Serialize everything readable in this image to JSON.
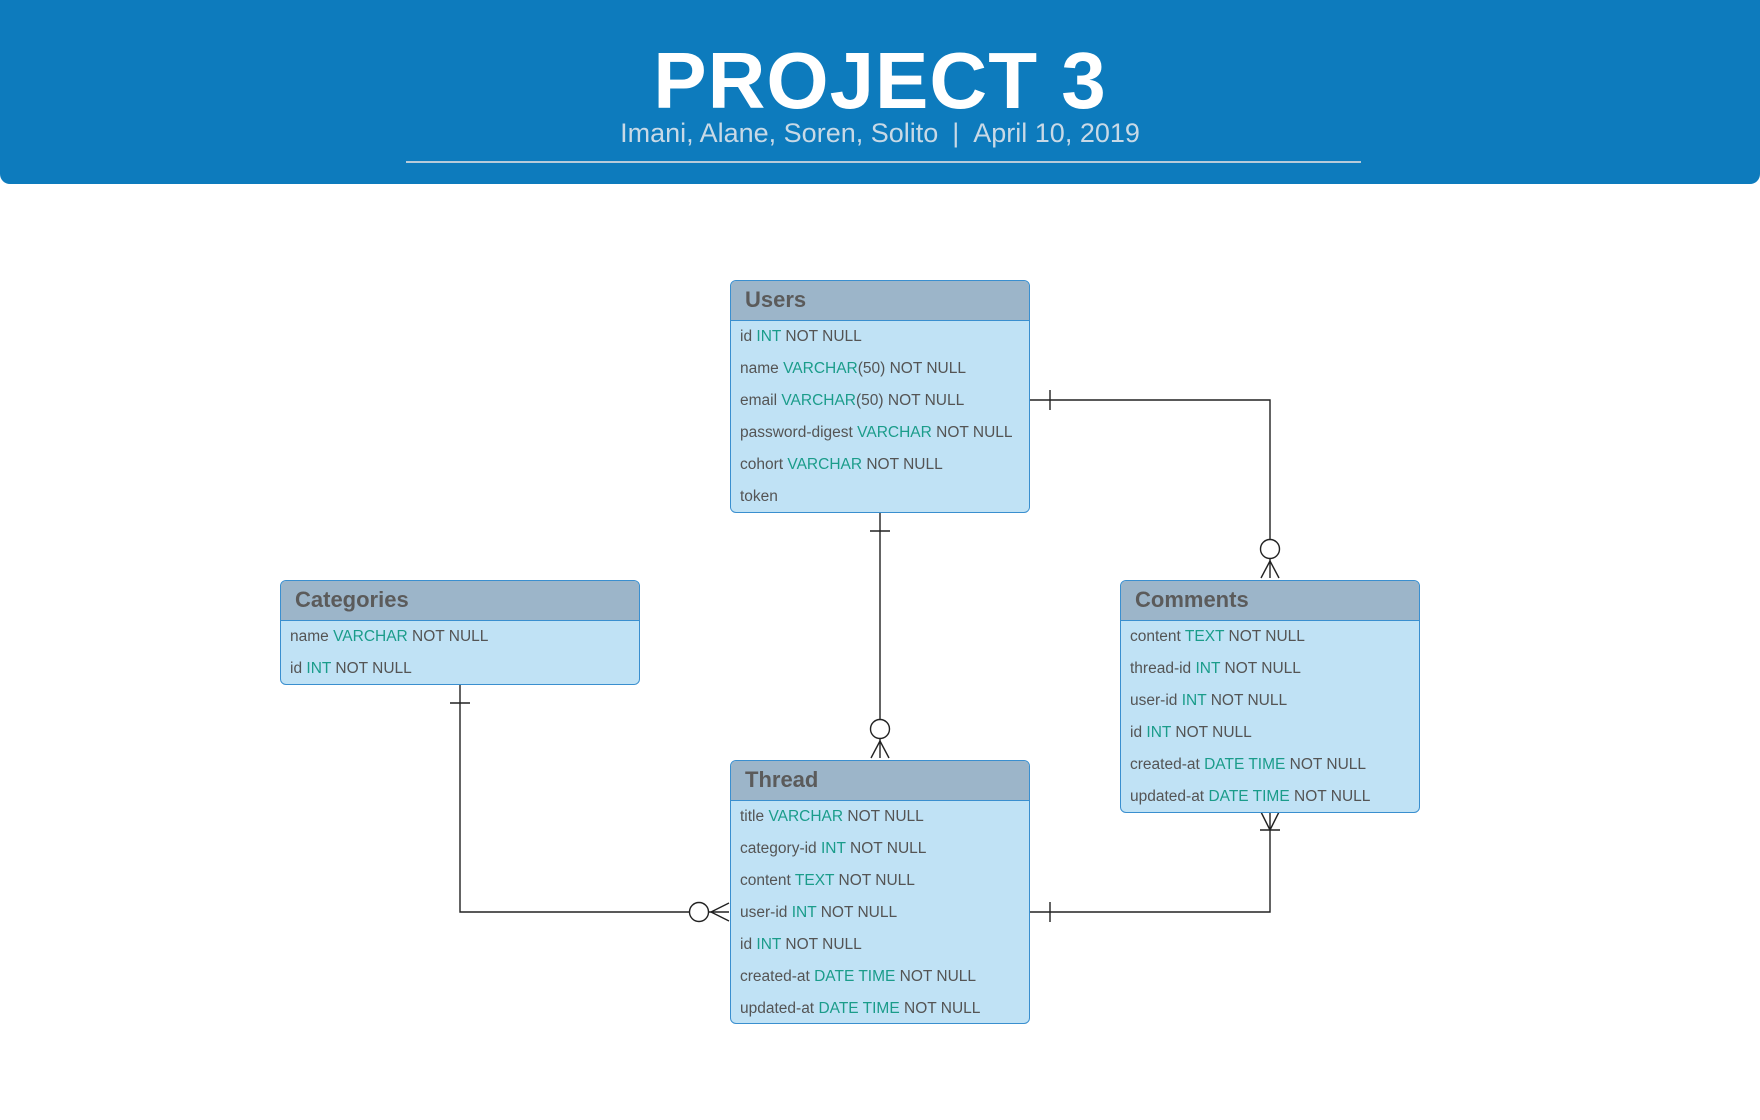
{
  "header": {
    "title": "PROJECT 3",
    "authors": "Imani, Alane, Soren, Solito",
    "separator": "|",
    "date": "April 10, 2019"
  },
  "colors": {
    "header_bg": "#0d7bbd",
    "entity_fill": "#c0e2f5",
    "entity_header": "#9cb5c9",
    "entity_border": "#3a8fcf",
    "type_text": "#1a9c8a"
  },
  "entities": {
    "users": {
      "name": "Users",
      "fields": [
        {
          "name": "id",
          "type": "INT",
          "extra": "NOT NULL"
        },
        {
          "name": "name",
          "type": "VARCHAR",
          "extra": "(50) NOT NULL"
        },
        {
          "name": "email",
          "type": "VARCHAR",
          "extra": "(50) NOT NULL"
        },
        {
          "name": "password-digest",
          "type": "VARCHAR",
          "extra": "NOT NULL"
        },
        {
          "name": "cohort",
          "type": "VARCHAR",
          "extra": "NOT NULL"
        },
        {
          "name": "token",
          "type": "",
          "extra": ""
        }
      ]
    },
    "categories": {
      "name": "Categories",
      "fields": [
        {
          "name": "name",
          "type": "VARCHAR",
          "extra": "NOT NULL"
        },
        {
          "name": "id",
          "type": "INT",
          "extra": "NOT NULL"
        }
      ]
    },
    "comments": {
      "name": "Comments",
      "fields": [
        {
          "name": "content",
          "type": "TEXT",
          "extra": "NOT NULL"
        },
        {
          "name": "thread-id",
          "type": "INT",
          "extra": "NOT NULL"
        },
        {
          "name": "user-id",
          "type": "INT",
          "extra": "NOT NULL"
        },
        {
          "name": "id",
          "type": "INT",
          "extra": "NOT NULL"
        },
        {
          "name": "created-at",
          "type": "DATE TIME",
          "extra": "NOT NULL"
        },
        {
          "name": "updated-at",
          "type": "DATE TIME",
          "extra": "NOT NULL"
        }
      ]
    },
    "thread": {
      "name": "Thread",
      "fields": [
        {
          "name": "title",
          "type": "VARCHAR",
          "extra": "NOT NULL"
        },
        {
          "name": "category-id",
          "type": "INT",
          "extra": "NOT NULL"
        },
        {
          "name": "content",
          "type": "TEXT",
          "extra": "NOT NULL"
        },
        {
          "name": "user-id",
          "type": "INT",
          "extra": "NOT NULL"
        },
        {
          "name": "id",
          "type": "INT",
          "extra": "NOT NULL"
        },
        {
          "name": "created-at",
          "type": "DATE TIME",
          "extra": "NOT NULL"
        },
        {
          "name": "updated-at",
          "type": "DATE TIME",
          "extra": "NOT NULL"
        }
      ]
    }
  },
  "relationships": [
    {
      "from": "Users",
      "from_cardinality": "one",
      "to": "Comments",
      "to_cardinality": "zero-or-many"
    },
    {
      "from": "Users",
      "from_cardinality": "one",
      "to": "Thread",
      "to_cardinality": "zero-or-many"
    },
    {
      "from": "Categories",
      "from_cardinality": "one",
      "to": "Thread",
      "to_cardinality": "zero-or-many"
    },
    {
      "from": "Thread",
      "from_cardinality": "one",
      "to": "Comments",
      "to_cardinality": "one-or-many"
    }
  ]
}
